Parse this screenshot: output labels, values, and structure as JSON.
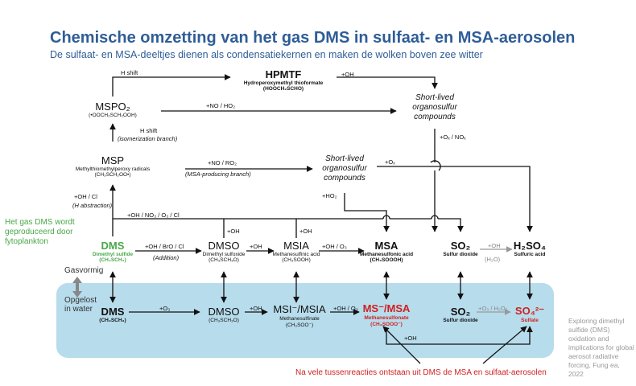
{
  "header": {
    "title": "Chemische omzetting van het gas DMS in sulfaat- en MSA-aerosolen",
    "subtitle": "De sulfaat- en MSA-deeltjes dienen als condensatiekernen en maken de wolken boven zee witter"
  },
  "colors": {
    "title": "#2f5d97",
    "water": "#b7dcec",
    "green": "#4aa84a",
    "red": "#d11f1f"
  },
  "nodes": {
    "hpmtf": {
      "name": "HPMTF",
      "desc": "Hydroperoxymethyl thioformate",
      "formula": "(HOOCH₂SCHO)"
    },
    "mspo2": {
      "name": "MSPO₂",
      "formula": "(•OOCH₂SCH₂OOH)"
    },
    "slc1": {
      "name": "Short-lived organosulfur compounds"
    },
    "msp": {
      "name": "MSP",
      "desc": "Methylthiomethylperoxy radicals",
      "formula": "(CH₃SCH₂OO•)"
    },
    "slc2": {
      "name": "Short-lived organosulfur compounds"
    },
    "dms_gas": {
      "name": "DMS",
      "desc": "Dimethyl sulfide",
      "formula": "(CH₃SCH₃)"
    },
    "dmso_gas": {
      "name": "DMSO",
      "desc": "Dimethyl sulfoxide",
      "formula": "(CH₃SCH₃O)"
    },
    "msia_gas": {
      "name": "MSIA",
      "desc": "Methanesulfinic acid",
      "formula": "(CH₃SOOH)"
    },
    "msa_gas": {
      "name": "MSA",
      "desc": "Methanesulfonic acid",
      "formula": "(CH₃SOOOH)"
    },
    "so2_gas": {
      "name": "SO₂",
      "desc": "Sulfur dioxide"
    },
    "h2so4": {
      "name": "H₂SO₄",
      "desc": "Sulfuric acid"
    },
    "dms_aq": {
      "name": "DMS",
      "formula": "(CH₃SCH₃)"
    },
    "dmso_aq": {
      "name": "DMSO",
      "formula": "(CH₃SCH₃O)"
    },
    "msi_aq": {
      "name": "MSI⁻/MSIA",
      "desc": "Methanesulfinate",
      "formula": "(CH₃SOO⁻)"
    },
    "ms_aq": {
      "name": "MS⁻/MSA",
      "desc": "Methanesulfonate",
      "formula": "(CH₃SOOO⁻)"
    },
    "so2_aq": {
      "name": "SO₂",
      "desc": "Sulfur dioxide"
    },
    "so4_aq": {
      "name": "SO₄²⁻",
      "desc": "Sulfate"
    }
  },
  "edges": {
    "h_shift_top": "H shift",
    "oh_hpmtf": "+OH",
    "no_ho2": "+NO / HO₂",
    "h_shift": "H shift",
    "isomerization": "(isomerization branch)",
    "ox_nox": "+Oₓ / NOₓ",
    "no_ro2": "+NO / RO₂",
    "msa_branch": "(MSA-producing branch)",
    "ox": "+Oₓ",
    "oh_cl": "+OH / Cl",
    "h_abstraction": "(H abstraction)",
    "ho2": "+HO₂",
    "oh_no3": "+OH / NO₃ / O₃ / Cl",
    "oh_dmso_up": "+OH",
    "oh_msia_up": "+OH",
    "oh_bro": "+OH / BrO / Cl",
    "addition": "(Addition)",
    "oh_dmso_msia": "+OH",
    "oh_o3_msa": "+OH / O₃",
    "oh_so2": "+OH",
    "h2o": "(H₂O)",
    "o3_aq": "+O₃",
    "oh_aq1": "+OH",
    "oh_o3_aq": "+OH / O₃",
    "o3_h2o2": "+O₃ / H₂O₂",
    "oh_bottom": "+OH"
  },
  "labels": {
    "dms_source": "Het gas DMS wordt geproduceerd door fytoplankton",
    "gas_phase": "Gasvormig",
    "dissolved": "Opgelost in water",
    "source": "Exploring dimethyl sulfide (DMS) oxidation and implications for global aerosol radiative forcing, Fung ea, 2022",
    "bottom_note": "Na vele tussenreacties ontstaan uit DMS de MSA en sulfaat-aerosolen"
  }
}
